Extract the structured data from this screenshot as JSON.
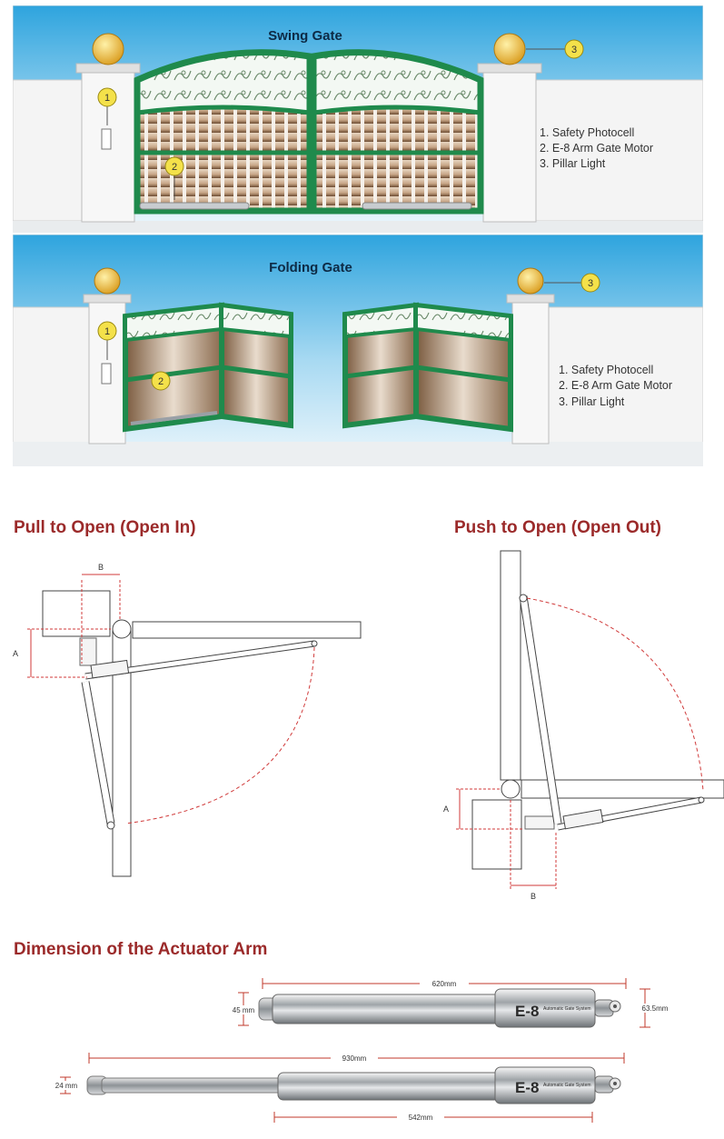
{
  "swing_panel": {
    "title": "Swing Gate",
    "legend": [
      "1. Safety Photocell",
      "2. E-8 Arm Gate Motor",
      "3. Pillar Light"
    ],
    "callouts": [
      "1",
      "2",
      "3"
    ]
  },
  "folding_panel": {
    "title": "Folding Gate",
    "legend": [
      "1. Safety Photocell",
      "2. E-8 Arm Gate Motor",
      "3. Pillar Light"
    ],
    "callouts": [
      "1",
      "2",
      "3"
    ]
  },
  "pull_open": {
    "heading": "Pull to Open (Open In)",
    "dim_a": "A",
    "dim_b": "B"
  },
  "push_open": {
    "heading": "Push to Open (Open Out)",
    "dim_a": "A",
    "dim_b": "B"
  },
  "actuator": {
    "heading": "Dimension of the Actuator Arm",
    "brand": "E-8",
    "brand_sub": "Automatic Gate System",
    "arm1": {
      "length": "620mm",
      "diameter": "45 mm",
      "height": "63.5mm"
    },
    "arm2": {
      "length": "930mm",
      "diameter": "24 mm",
      "stroke": "542mm"
    }
  },
  "colors": {
    "gate_green": "#1f8a4c",
    "heading_red": "#9b2a2a",
    "sky": "#4fb6e6"
  }
}
